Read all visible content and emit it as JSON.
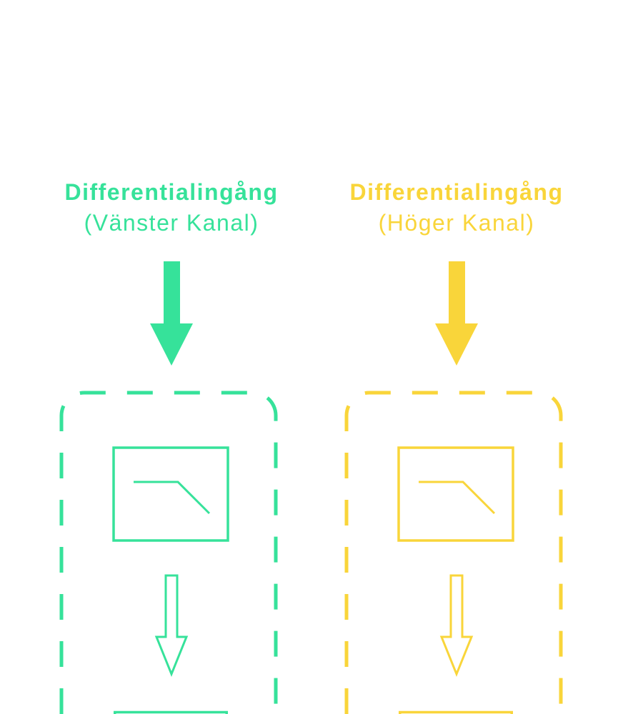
{
  "colors": {
    "left": "#36E29A",
    "right": "#F9D53A"
  },
  "channels": [
    {
      "title": "Differentialingång",
      "subtitle": "(Vänster Kanal)"
    },
    {
      "title": "Differentialingång",
      "subtitle": "(Höger Kanal)"
    }
  ]
}
